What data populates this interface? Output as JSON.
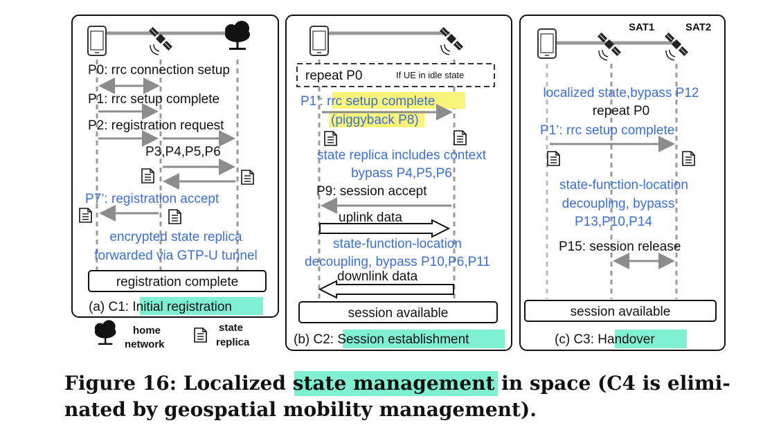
{
  "panel_a": {
    "p0": "P0: rrc connection setup",
    "p1": "P1: rrc setup complete",
    "p2": "P2: registration request",
    "p3": "P3,P4,P5,P6",
    "p7": "P7’: registration accept",
    "note1": "encrypted state replica",
    "note2": "forwarded via GTP-U tunnel",
    "box": "registration complete",
    "label_prefix": "(a) C1: ",
    "label_hl": "Initial registration"
  },
  "legend": {
    "home1": "home",
    "home2": "network",
    "state1": "state",
    "state2": "replica"
  },
  "panel_b": {
    "repeat": "repeat P0",
    "idle": "If UE in idle state",
    "p1a": "P1’: rrc setup complete",
    "p1b": "(piggyback P8)",
    "note1": "state replica includes context",
    "note2": "bypass P4,P5,P6",
    "p9": "P9: session accept",
    "uplink": "uplink data",
    "note3": "state-function-location",
    "note4": "decoupling, bypass P10,P6,P11",
    "downlink": "downlink data",
    "box": "session available",
    "label_prefix": "(b) C2: ",
    "label_hl": "Session establishment"
  },
  "panel_c": {
    "sat1": "SAT1",
    "sat2": "SAT2",
    "note0": "localized state,bypass P12",
    "repeat": "repeat P0",
    "p1": "P1’: rrc setup complete",
    "note1": "state-function-location",
    "note2": "decoupling, bypass",
    "note3": "P13,P10,P14",
    "p15": "P15: session release",
    "box": "session available",
    "label_prefix": "(c) C3: ",
    "label_hl": "Handover"
  },
  "caption": {
    "prefix": "Figure 16: Localized ",
    "hl": "state management",
    "rest": " in space (C4 is elimi-",
    "line2": "nated by geospatial mobility management)."
  },
  "colors": {
    "blue": "#3b6fd0",
    "highlight_green": "#7ff0d2",
    "highlight_yellow": "#fbf47a",
    "arrow_gray": "#8c8c8c"
  }
}
